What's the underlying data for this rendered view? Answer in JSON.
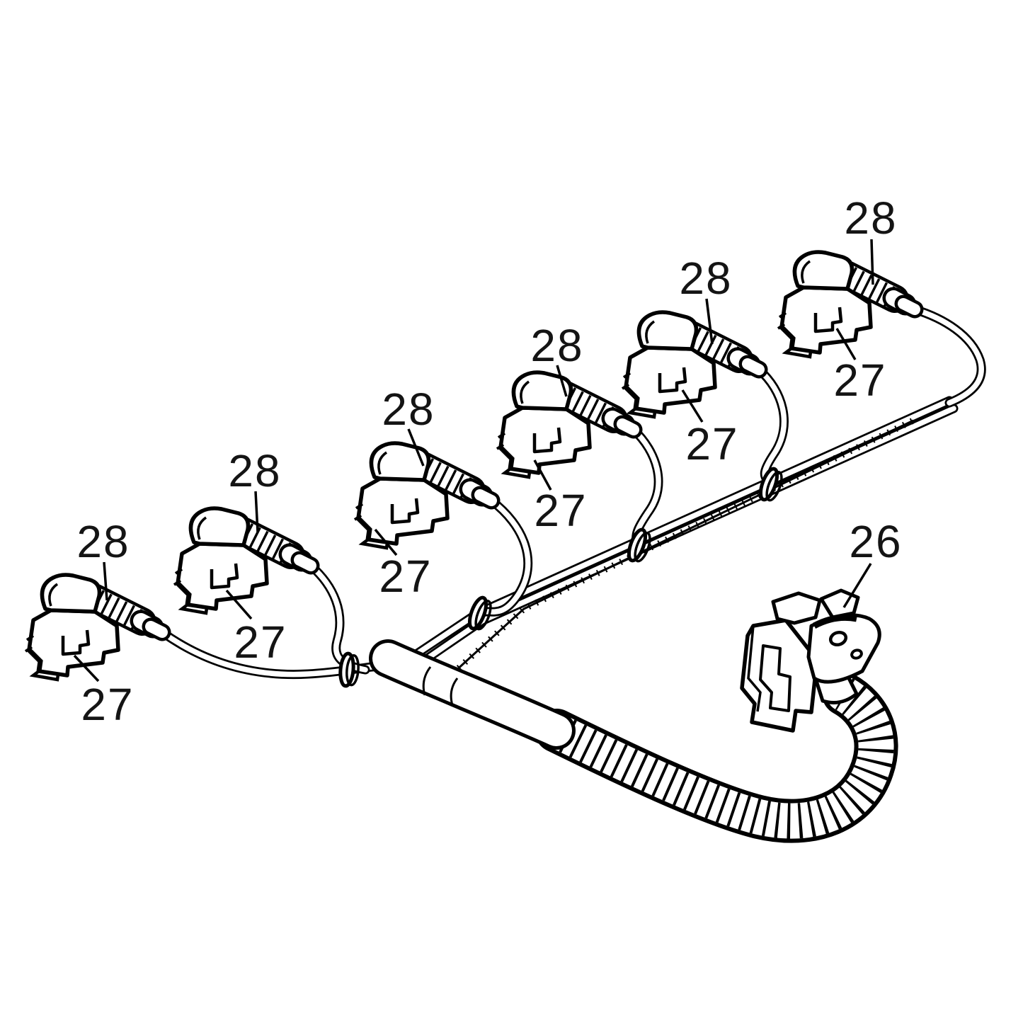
{
  "figure": {
    "type": "wiring-harness-parts-diagram",
    "background_color": "#ffffff",
    "line_color": "#000000",
    "label_color": "#141414"
  },
  "callouts": [
    {
      "part": "corrugated-boot-1",
      "text": "28"
    },
    {
      "part": "injector-connector-1",
      "text": "27"
    },
    {
      "part": "corrugated-boot-2",
      "text": "28"
    },
    {
      "part": "injector-connector-2",
      "text": "27"
    },
    {
      "part": "corrugated-boot-3",
      "text": "28"
    },
    {
      "part": "injector-connector-3",
      "text": "27"
    },
    {
      "part": "corrugated-boot-4",
      "text": "28"
    },
    {
      "part": "injector-connector-4",
      "text": "27"
    },
    {
      "part": "corrugated-boot-5",
      "text": "28"
    },
    {
      "part": "injector-connector-5",
      "text": "27"
    },
    {
      "part": "corrugated-boot-6",
      "text": "28"
    },
    {
      "part": "injector-connector-6",
      "text": "27"
    },
    {
      "part": "main-harness-connector",
      "text": "26"
    }
  ]
}
